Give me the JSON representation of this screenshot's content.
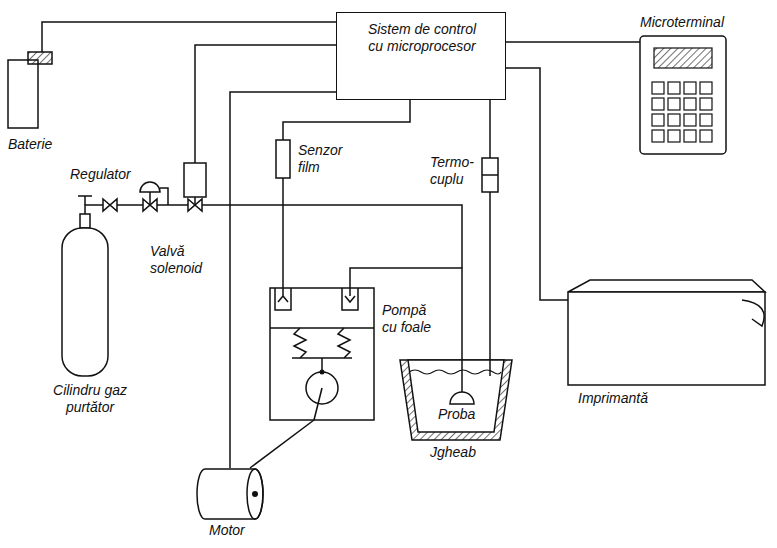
{
  "diagram": {
    "nodes": [
      {
        "text": [
          "Sistem de control cu microprocesor"
        ]
      },
      {
        "text": [
          "Microterminal"
        ]
      },
      {
        "text": [
          "Imprimantă"
        ]
      },
      {
        "text": [
          "Baterie"
        ]
      },
      {
        "text": [
          "Valvă solenoid"
        ]
      },
      {
        "text": [
          "Senzor film"
        ]
      },
      {
        "text": [
          "Termo- cuplu"
        ]
      },
      {
        "text": [
          "Motor"
        ]
      },
      {
        "text": [
          "Pompă cu foale"
        ]
      },
      {
        "text": [
          "Jgheab"
        ]
      },
      {
        "text": [
          "Cilindru gaz purtător"
        ]
      }
    ],
    "edges": [
      {
        "from": 0,
        "to": 3,
        "arrow": "none"
      },
      {
        "from": 0,
        "to": 4,
        "arrow": "none"
      },
      {
        "from": 0,
        "to": 7,
        "arrow": "none"
      },
      {
        "from": 0,
        "to": 5,
        "arrow": "none"
      },
      {
        "from": 0,
        "to": 6,
        "arrow": "none"
      },
      {
        "from": 0,
        "to": 1,
        "arrow": "none"
      },
      {
        "from": 0,
        "to": 2,
        "arrow": "none"
      },
      {
        "from": 5,
        "to": 8,
        "arrow": "none"
      },
      {
        "from": 6,
        "to": 9,
        "arrow": "none"
      },
      {
        "from": 7,
        "to": 8,
        "arrow": "none"
      },
      {
        "from": 8,
        "to": 9,
        "arrow": "none"
      }
    ],
    "labels": [
      "Regulator",
      "Proba"
    ]
  }
}
